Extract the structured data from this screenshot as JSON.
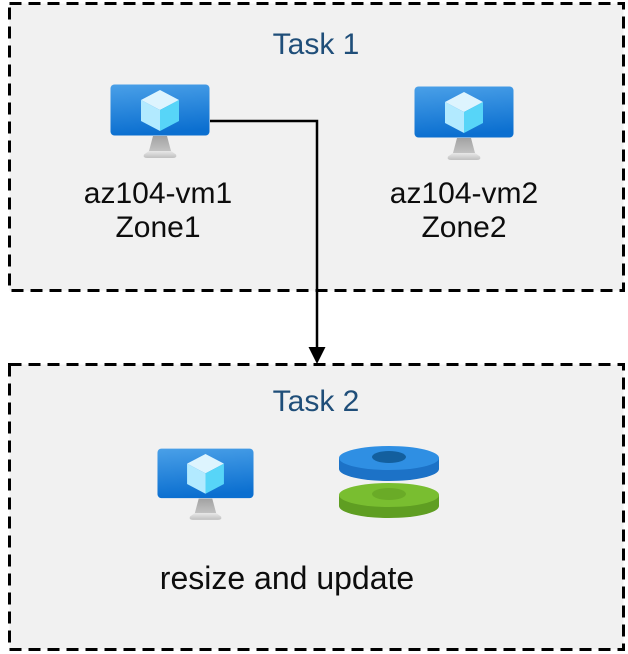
{
  "diagram": {
    "task1": {
      "title": "Task 1",
      "vms": [
        {
          "name": "az104-vm1",
          "zone": "Zone1",
          "icon": "virtual-machine-icon"
        },
        {
          "name": "az104-vm2",
          "zone": "Zone2",
          "icon": "virtual-machine-icon"
        }
      ]
    },
    "task2": {
      "title": "Task 2",
      "caption": "resize and update",
      "icons": [
        "virtual-machine-icon",
        "managed-disks-icon"
      ]
    },
    "connector": {
      "from": "az104-vm1",
      "to": "task2-box",
      "shape": "elbow-right-then-down-arrow"
    }
  },
  "colors": {
    "background": "#ffffff",
    "box_fill": "#f1f1f1",
    "box_border": "#000000",
    "title_text": "#1f4e79",
    "body_text": "#0d0d0d",
    "arrow": "#000000",
    "vm_screen_top": "#4aa0e8",
    "vm_screen_bottom": "#0b6fd0",
    "cube_top": "#ddf4fe",
    "cube_left": "#b2eaff",
    "cube_right": "#57d5f8",
    "stand_gray": "#b0b0b0",
    "disk_blue_top": "#2f8fe3",
    "disk_blue_side": "#1c72c7",
    "disk_blue_hole": "#135f9e",
    "disk_green_top": "#79be30",
    "disk_green_side": "#5f9e22",
    "disk_green_hole": "#6aab27"
  }
}
